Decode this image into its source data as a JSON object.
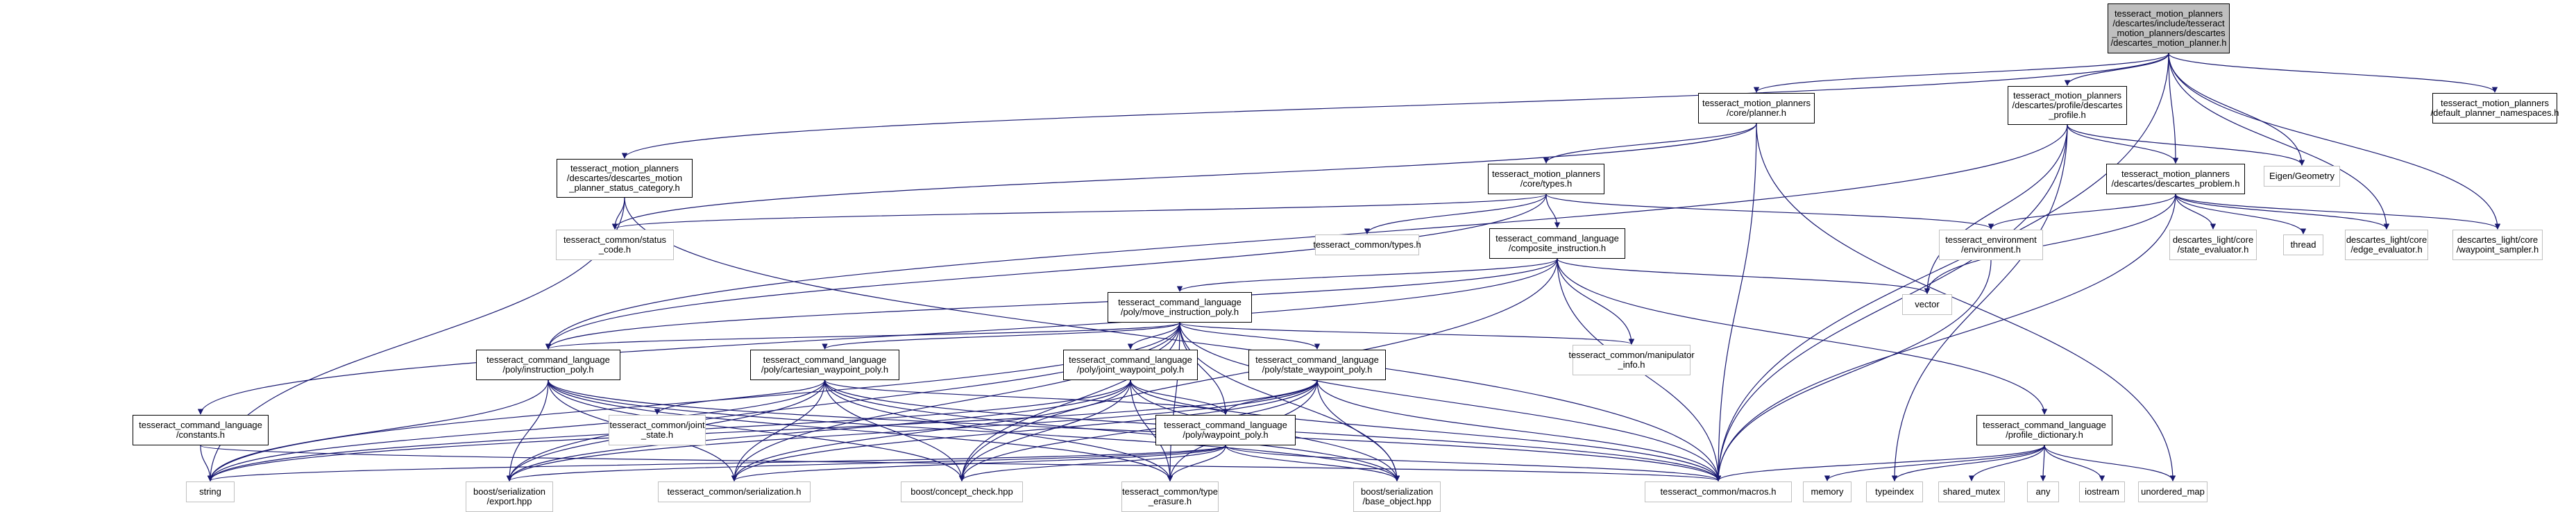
{
  "graph": {
    "colors": {
      "edge": "#191970",
      "box_border": "#000000",
      "ext_border": "#c0c0c0",
      "root_fill": "#bfbfbf"
    },
    "nodes": [
      {
        "id": "root",
        "label": "tesseract_motion_planners\n/descartes/include/tesseract\n_motion_planners/descartes\n/descartes_motion_planner.h",
        "kind": "root"
      },
      {
        "id": "core_planner",
        "label": "tesseract_motion_planners\n/core/planner.h",
        "kind": "boxed"
      },
      {
        "id": "profile_descartes",
        "label": "tesseract_motion_planners\n/descartes/profile/descartes\n_profile.h",
        "kind": "boxed"
      },
      {
        "id": "default_ns",
        "label": "tesseract_motion_planners\n/default_planner_namespaces.h",
        "kind": "boxed"
      },
      {
        "id": "status_cat",
        "label": "tesseract_motion_planners\n/descartes/descartes_motion\n_planner_status_category.h",
        "kind": "boxed"
      },
      {
        "id": "core_types",
        "label": "tesseract_motion_planners\n/core/types.h",
        "kind": "boxed"
      },
      {
        "id": "descartes_problem",
        "label": "tesseract_motion_planners\n/descartes/descartes_problem.h",
        "kind": "boxed"
      },
      {
        "id": "eigen",
        "label": "Eigen/Geometry",
        "kind": "ext"
      },
      {
        "id": "status_code",
        "label": "tesseract_common/status\n_code.h",
        "kind": "ext"
      },
      {
        "id": "common_types",
        "label": "tesseract_common/types.h",
        "kind": "ext"
      },
      {
        "id": "env",
        "label": "tesseract_environment\n/environment.h",
        "kind": "ext"
      },
      {
        "id": "state_eval",
        "label": "descartes_light/core\n/state_evaluator.h",
        "kind": "ext"
      },
      {
        "id": "thread",
        "label": "thread",
        "kind": "ext"
      },
      {
        "id": "edge_eval",
        "label": "descartes_light/core\n/edge_evaluator.h",
        "kind": "ext"
      },
      {
        "id": "wp_sampler",
        "label": "descartes_light/core\n/waypoint_sampler.h",
        "kind": "ext"
      },
      {
        "id": "composite",
        "label": "tesseract_command_language\n/composite_instruction.h",
        "kind": "boxed"
      },
      {
        "id": "vector",
        "label": "vector",
        "kind": "ext"
      },
      {
        "id": "move_instr",
        "label": "tesseract_command_language\n/poly/move_instruction_poly.h",
        "kind": "boxed"
      },
      {
        "id": "manip_info",
        "label": "tesseract_common/manipulator\n_info.h",
        "kind": "ext"
      },
      {
        "id": "instr_poly",
        "label": "tesseract_command_language\n/poly/instruction_poly.h",
        "kind": "boxed"
      },
      {
        "id": "cart_wp",
        "label": "tesseract_command_language\n/poly/cartesian_waypoint_poly.h",
        "kind": "boxed"
      },
      {
        "id": "joint_wp",
        "label": "tesseract_command_language\n/poly/joint_waypoint_poly.h",
        "kind": "boxed"
      },
      {
        "id": "state_wp",
        "label": "tesseract_command_language\n/poly/state_waypoint_poly.h",
        "kind": "boxed"
      },
      {
        "id": "constants",
        "label": "tesseract_command_language\n/constants.h",
        "kind": "boxed"
      },
      {
        "id": "joint_state",
        "label": "tesseract_common/joint\n_state.h",
        "kind": "ext"
      },
      {
        "id": "waypoint_poly",
        "label": "tesseract_command_language\n/poly/waypoint_poly.h",
        "kind": "boxed"
      },
      {
        "id": "profile_dict",
        "label": "tesseract_command_language\n/profile_dictionary.h",
        "kind": "boxed"
      },
      {
        "id": "string",
        "label": "string",
        "kind": "ext"
      },
      {
        "id": "boost_export",
        "label": "boost/serialization\n/export.hpp",
        "kind": "ext"
      },
      {
        "id": "serialization",
        "label": "tesseract_common/serialization.h",
        "kind": "ext"
      },
      {
        "id": "concept_check",
        "label": "boost/concept_check.hpp",
        "kind": "ext"
      },
      {
        "id": "type_erasure",
        "label": "tesseract_common/type\n_erasure.h",
        "kind": "ext"
      },
      {
        "id": "base_object",
        "label": "boost/serialization\n/base_object.hpp",
        "kind": "ext"
      },
      {
        "id": "macros",
        "label": "tesseract_common/macros.h",
        "kind": "ext"
      },
      {
        "id": "memory",
        "label": "memory",
        "kind": "ext"
      },
      {
        "id": "typeindex",
        "label": "typeindex",
        "kind": "ext"
      },
      {
        "id": "shared_mutex",
        "label": "shared_mutex",
        "kind": "ext"
      },
      {
        "id": "any",
        "label": "any",
        "kind": "ext"
      },
      {
        "id": "iostream",
        "label": "iostream",
        "kind": "ext"
      },
      {
        "id": "unordered_map",
        "label": "unordered_map",
        "kind": "ext"
      }
    ],
    "edges": [
      [
        "root",
        "core_planner"
      ],
      [
        "root",
        "profile_descartes"
      ],
      [
        "root",
        "default_ns"
      ],
      [
        "root",
        "status_cat"
      ],
      [
        "root",
        "descartes_problem"
      ],
      [
        "root",
        "eigen"
      ],
      [
        "root",
        "edge_eval"
      ],
      [
        "root",
        "wp_sampler"
      ],
      [
        "root",
        "macros"
      ],
      [
        "core_planner",
        "core_types"
      ],
      [
        "core_planner",
        "status_code"
      ],
      [
        "core_planner",
        "macros"
      ],
      [
        "core_planner",
        "unordered_map"
      ],
      [
        "profile_descartes",
        "descartes_problem"
      ],
      [
        "profile_descartes",
        "eigen"
      ],
      [
        "profile_descartes",
        "vector"
      ],
      [
        "profile_descartes",
        "macros"
      ],
      [
        "profile_descartes",
        "instr_poly"
      ],
      [
        "profile_descartes",
        "typeindex"
      ],
      [
        "status_cat",
        "status_code"
      ],
      [
        "status_cat",
        "string"
      ],
      [
        "status_cat",
        "macros"
      ],
      [
        "core_types",
        "common_types"
      ],
      [
        "core_types",
        "env"
      ],
      [
        "core_types",
        "composite"
      ],
      [
        "core_types",
        "status_code"
      ],
      [
        "core_types",
        "instr_poly"
      ],
      [
        "descartes_problem",
        "env"
      ],
      [
        "descartes_problem",
        "state_eval"
      ],
      [
        "descartes_problem",
        "thread"
      ],
      [
        "descartes_problem",
        "edge_eval"
      ],
      [
        "descartes_problem",
        "wp_sampler"
      ],
      [
        "descartes_problem",
        "vector"
      ],
      [
        "descartes_problem",
        "macros"
      ],
      [
        "composite",
        "vector"
      ],
      [
        "composite",
        "move_instr"
      ],
      [
        "composite",
        "instr_poly"
      ],
      [
        "composite",
        "constants"
      ],
      [
        "composite",
        "manip_info"
      ],
      [
        "composite",
        "profile_dict"
      ],
      [
        "composite",
        "macros"
      ],
      [
        "composite",
        "concept_check"
      ],
      [
        "move_instr",
        "instr_poly"
      ],
      [
        "move_instr",
        "cart_wp"
      ],
      [
        "move_instr",
        "joint_wp"
      ],
      [
        "move_instr",
        "state_wp"
      ],
      [
        "move_instr",
        "waypoint_poly"
      ],
      [
        "move_instr",
        "manip_info"
      ],
      [
        "move_instr",
        "string"
      ],
      [
        "move_instr",
        "boost_export"
      ],
      [
        "move_instr",
        "concept_check"
      ],
      [
        "move_instr",
        "macros"
      ],
      [
        "move_instr",
        "type_erasure"
      ],
      [
        "move_instr",
        "base_object"
      ],
      [
        "move_instr",
        "serialization"
      ],
      [
        "instr_poly",
        "string"
      ],
      [
        "instr_poly",
        "boost_export"
      ],
      [
        "instr_poly",
        "serialization"
      ],
      [
        "instr_poly",
        "concept_check"
      ],
      [
        "instr_poly",
        "type_erasure"
      ],
      [
        "instr_poly",
        "base_object"
      ],
      [
        "instr_poly",
        "macros"
      ],
      [
        "cart_wp",
        "waypoint_poly"
      ],
      [
        "cart_wp",
        "string"
      ],
      [
        "cart_wp",
        "serialization"
      ],
      [
        "cart_wp",
        "concept_check"
      ],
      [
        "cart_wp",
        "type_erasure"
      ],
      [
        "cart_wp",
        "base_object"
      ],
      [
        "cart_wp",
        "macros"
      ],
      [
        "cart_wp",
        "boost_export"
      ],
      [
        "cart_wp",
        "joint_state"
      ],
      [
        "joint_wp",
        "waypoint_poly"
      ],
      [
        "joint_wp",
        "string"
      ],
      [
        "joint_wp",
        "serialization"
      ],
      [
        "joint_wp",
        "concept_check"
      ],
      [
        "joint_wp",
        "type_erasure"
      ],
      [
        "joint_wp",
        "base_object"
      ],
      [
        "joint_wp",
        "macros"
      ],
      [
        "joint_wp",
        "boost_export"
      ],
      [
        "state_wp",
        "waypoint_poly"
      ],
      [
        "state_wp",
        "string"
      ],
      [
        "state_wp",
        "serialization"
      ],
      [
        "state_wp",
        "concept_check"
      ],
      [
        "state_wp",
        "type_erasure"
      ],
      [
        "state_wp",
        "base_object"
      ],
      [
        "state_wp",
        "macros"
      ],
      [
        "state_wp",
        "boost_export"
      ],
      [
        "waypoint_poly",
        "string"
      ],
      [
        "waypoint_poly",
        "boost_export"
      ],
      [
        "waypoint_poly",
        "serialization"
      ],
      [
        "waypoint_poly",
        "concept_check"
      ],
      [
        "waypoint_poly",
        "type_erasure"
      ],
      [
        "waypoint_poly",
        "base_object"
      ],
      [
        "waypoint_poly",
        "macros"
      ],
      [
        "constants",
        "string"
      ],
      [
        "constants",
        "macros"
      ],
      [
        "profile_dict",
        "macros"
      ],
      [
        "profile_dict",
        "memory"
      ],
      [
        "profile_dict",
        "typeindex"
      ],
      [
        "profile_dict",
        "shared_mutex"
      ],
      [
        "profile_dict",
        "any"
      ],
      [
        "profile_dict",
        "iostream"
      ],
      [
        "profile_dict",
        "unordered_map"
      ],
      [
        "env",
        "macros"
      ]
    ]
  }
}
